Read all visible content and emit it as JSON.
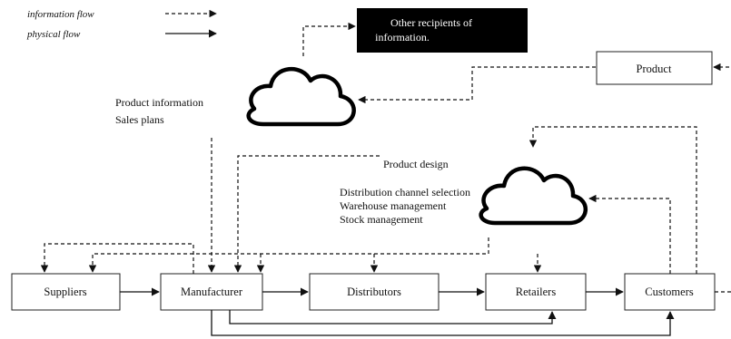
{
  "legend": {
    "information_flow": "information flow",
    "physical_flow": "physical flow"
  },
  "nodes": {
    "suppliers": "Suppliers",
    "manufacturer": "Manufacturer",
    "distributors": "Distributors",
    "retailers": "Retailers",
    "customers": "Customers",
    "product": "Product",
    "other_recipients_line1": "Other recipients of",
    "other_recipients_line2": "information."
  },
  "annotations": {
    "product_information": "Product information",
    "sales_plans": "Sales plans",
    "product_design": "Product design",
    "distribution_channel_selection": "Distribution channel selection",
    "warehouse_management": "Warehouse management",
    "stock_management": "Stock management"
  },
  "colors": {
    "black_box": "#000000",
    "line": "#111111"
  }
}
